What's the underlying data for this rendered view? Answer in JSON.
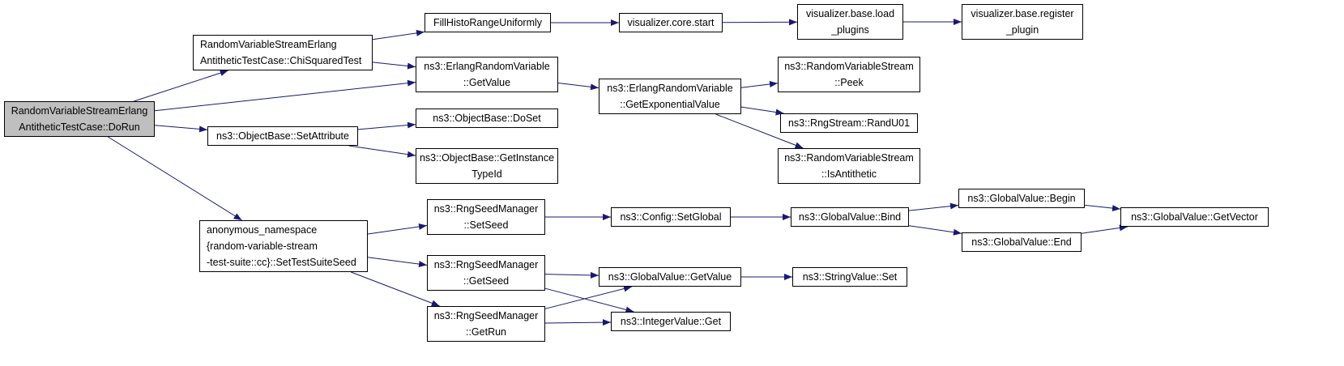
{
  "colors": {
    "edge": "#191970",
    "root_fill": "#bfbfbf",
    "node_fill": "#ffffff",
    "border": "#000000"
  },
  "nodes": [
    {
      "id": "dorun",
      "lines": [
        "RandomVariableStreamErlang",
        "AntitheticTestCase::DoRun"
      ],
      "root": true
    },
    {
      "id": "chisq",
      "lines": [
        "RandomVariableStreamErlang",
        "AntitheticTestCase::ChiSquaredTest"
      ]
    },
    {
      "id": "setattr",
      "lines": [
        "ns3::ObjectBase::SetAttribute"
      ]
    },
    {
      "id": "anon",
      "lines": [
        "anonymous_namespace",
        "{random-variable-stream",
        "-test-suite::cc}::SetTestSuiteSeed"
      ]
    },
    {
      "id": "fillhisto",
      "lines": [
        "FillHistoRangeUniformly"
      ]
    },
    {
      "id": "erlang_getvalue",
      "lines": [
        "ns3::ErlangRandomVariable",
        "::GetValue"
      ]
    },
    {
      "id": "doset",
      "lines": [
        "ns3::ObjectBase::DoSet"
      ]
    },
    {
      "id": "getinstance",
      "lines": [
        "ns3::ObjectBase::GetInstance",
        "TypeId"
      ]
    },
    {
      "id": "setseed",
      "lines": [
        "ns3::RngSeedManager",
        "::SetSeed"
      ]
    },
    {
      "id": "getseed",
      "lines": [
        "ns3::RngSeedManager",
        "::GetSeed"
      ]
    },
    {
      "id": "getrun",
      "lines": [
        "ns3::RngSeedManager",
        "::GetRun"
      ]
    },
    {
      "id": "vis_start",
      "lines": [
        "visualizer.core.start"
      ]
    },
    {
      "id": "getexp",
      "lines": [
        "ns3::ErlangRandomVariable",
        "::GetExponentialValue"
      ]
    },
    {
      "id": "setglobal",
      "lines": [
        "ns3::Config::SetGlobal"
      ]
    },
    {
      "id": "gv_getvalue",
      "lines": [
        "ns3::GlobalValue::GetValue"
      ]
    },
    {
      "id": "intget",
      "lines": [
        "ns3::IntegerValue::Get"
      ]
    },
    {
      "id": "vis_load",
      "lines": [
        "visualizer.base.load",
        "_plugins"
      ]
    },
    {
      "id": "peek",
      "lines": [
        "ns3::RandomVariableStream",
        "::Peek"
      ]
    },
    {
      "id": "randu01",
      "lines": [
        "ns3::RngStream::RandU01"
      ]
    },
    {
      "id": "isanti",
      "lines": [
        "ns3::RandomVariableStream",
        "::IsAntithetic"
      ]
    },
    {
      "id": "gv_bind",
      "lines": [
        "ns3::GlobalValue::Bind"
      ]
    },
    {
      "id": "strset",
      "lines": [
        "ns3::StringValue::Set"
      ]
    },
    {
      "id": "vis_register",
      "lines": [
        "visualizer.base.register",
        "_plugin"
      ]
    },
    {
      "id": "gv_begin",
      "lines": [
        "ns3::GlobalValue::Begin"
      ]
    },
    {
      "id": "gv_end",
      "lines": [
        "ns3::GlobalValue::End"
      ]
    },
    {
      "id": "gv_getvector",
      "lines": [
        "ns3::GlobalValue::GetVector"
      ]
    }
  ],
  "edges": [
    [
      "dorun",
      "chisq"
    ],
    [
      "dorun",
      "erlang_getvalue"
    ],
    [
      "dorun",
      "setattr"
    ],
    [
      "dorun",
      "anon"
    ],
    [
      "chisq",
      "fillhisto"
    ],
    [
      "chisq",
      "erlang_getvalue"
    ],
    [
      "fillhisto",
      "vis_start"
    ],
    [
      "vis_start",
      "vis_load"
    ],
    [
      "vis_load",
      "vis_register"
    ],
    [
      "erlang_getvalue",
      "getexp"
    ],
    [
      "getexp",
      "peek"
    ],
    [
      "getexp",
      "randu01"
    ],
    [
      "getexp",
      "isanti"
    ],
    [
      "setattr",
      "doset"
    ],
    [
      "setattr",
      "getinstance"
    ],
    [
      "anon",
      "setseed"
    ],
    [
      "anon",
      "getseed"
    ],
    [
      "anon",
      "getrun"
    ],
    [
      "setseed",
      "setglobal"
    ],
    [
      "setglobal",
      "gv_bind"
    ],
    [
      "gv_bind",
      "gv_begin"
    ],
    [
      "gv_bind",
      "gv_end"
    ],
    [
      "gv_begin",
      "gv_getvector"
    ],
    [
      "gv_end",
      "gv_getvector"
    ],
    [
      "getseed",
      "gv_getvalue"
    ],
    [
      "getseed",
      "intget"
    ],
    [
      "getrun",
      "gv_getvalue"
    ],
    [
      "getrun",
      "intget"
    ],
    [
      "gv_getvalue",
      "strset"
    ]
  ]
}
